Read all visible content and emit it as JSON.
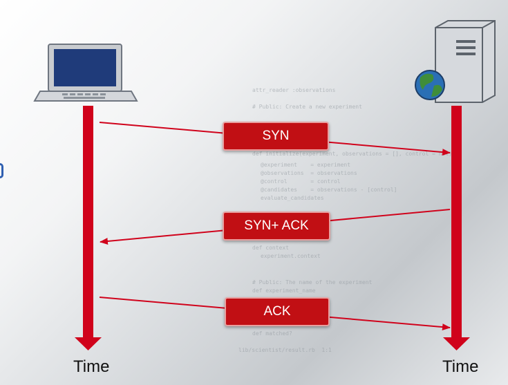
{
  "timeline": {
    "left_label": "Time",
    "right_label": "Time"
  },
  "messages": [
    {
      "label": "SYN",
      "direction": "client-to-server"
    },
    {
      "label": "SYN+ ACK",
      "direction": "server-to-client"
    },
    {
      "label": "ACK",
      "direction": "client-to-server"
    }
  ],
  "colors": {
    "arrow": "#d0021b",
    "message_box": "#c10f14",
    "laptop_screen": "#1f3b7a",
    "globe": "#2a6fb5"
  },
  "icons": {
    "client": "laptop-icon",
    "server": "server-icon",
    "globe": "globe-icon"
  },
  "background": {
    "code_lines": [
      "attr_reader :observations",
      "# Public: Create a new experiment",
      "def initialize(experiment, observations = [], control = nil)",
      "@experiment    = experiment",
      "@observations  = observations",
      "@control       = control",
      "@candidates    = observations - [control]",
      "evaluate_candidates",
      "def context",
      "experiment.context",
      "# Public: The name of the experiment",
      "def experiment_name",
      "def matched?",
      "lib/scientist/result.rb  1:1"
    ]
  }
}
